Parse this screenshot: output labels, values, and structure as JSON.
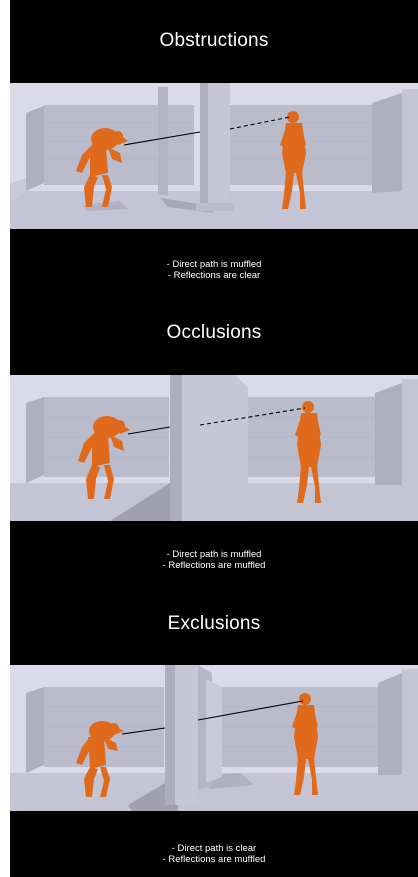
{
  "sections": [
    {
      "title": "Obstructions",
      "lines": [
        "- Direct path is muffled",
        "- Reflections are clear"
      ]
    },
    {
      "title": "Occlusions",
      "lines": [
        "- Direct path is muffled",
        "- Reflections are muffled"
      ]
    },
    {
      "title": "Exclusions",
      "lines": [
        "- Direct path is clear",
        "- Reflections are muffled"
      ]
    }
  ],
  "colors": {
    "background": "#000000",
    "text": "#ffffff",
    "figure": "#e06a1c",
    "floor": "#c3c5d4",
    "wall": "#b9bbca",
    "sky": "#d9dbe8"
  }
}
